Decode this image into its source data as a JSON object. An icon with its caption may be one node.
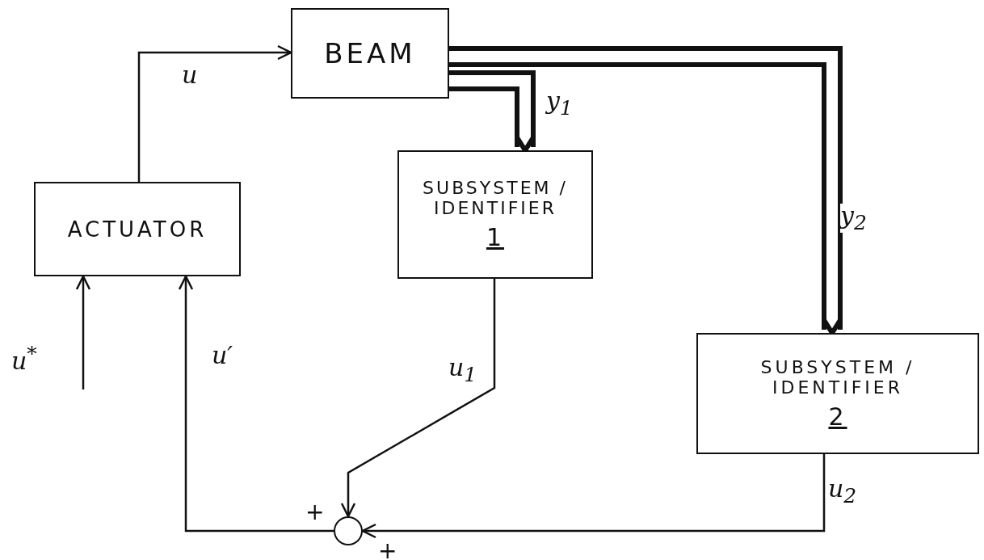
{
  "diagram": {
    "nodes": [
      {
        "text": [
          "BEAM"
        ]
      },
      {
        "text": [
          "ACTUATOR"
        ]
      },
      {
        "text": [
          "SUBSYSTEM / IDENTIFIER",
          "1"
        ]
      },
      {
        "text": [
          "SUBSYSTEM / IDENTIFIER",
          "2"
        ]
      },
      {
        "text": [],
        "shape": "circle"
      }
    ],
    "edges": [
      {
        "from": 1,
        "to": 0,
        "arrow": "to",
        "label": "u"
      },
      {
        "from": 0,
        "to": 2,
        "arrow": "to",
        "style": "thick",
        "label": "y$_{1}$"
      },
      {
        "from": 0,
        "to": 3,
        "arrow": "to",
        "style": "thick",
        "label": "y$_{2}$"
      },
      {
        "from": null,
        "to": 1,
        "arrow": "to",
        "label": "u$^{*}$"
      },
      {
        "from": 4,
        "to": 1,
        "arrow": "to",
        "label": "u′"
      },
      {
        "from": 2,
        "to": 4,
        "arrow": "to",
        "label": "u$_{1}$"
      },
      {
        "from": 3,
        "to": 4,
        "arrow": "to",
        "label": "u$_{2}$"
      }
    ],
    "labels": [
      "+",
      "+"
    ]
  }
}
